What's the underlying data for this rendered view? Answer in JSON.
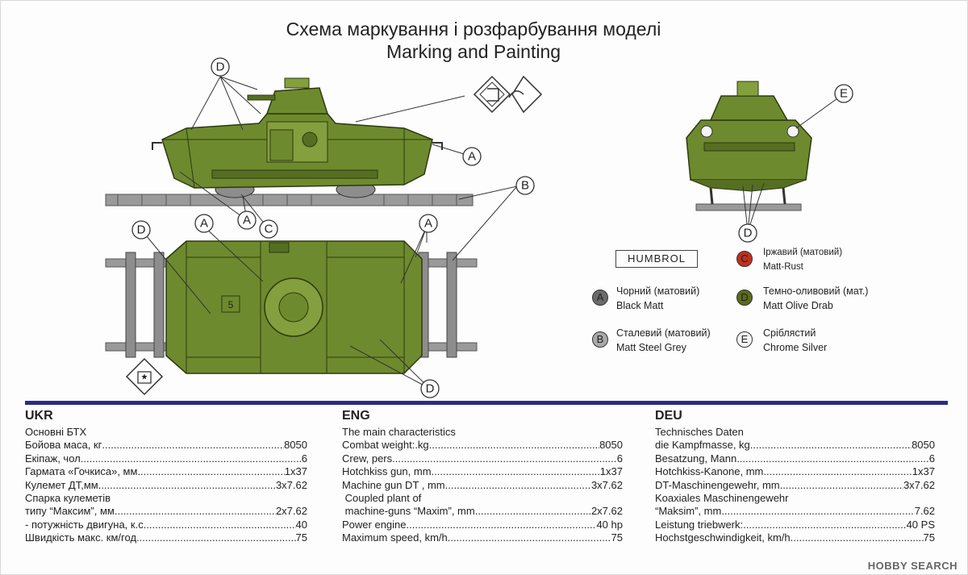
{
  "header": {
    "title_ua": "Схема маркування і розфарбування моделі",
    "title_en": "Marking and Painting"
  },
  "callouts": [
    "A",
    "B",
    "C",
    "D",
    "E"
  ],
  "turret_number": "5",
  "paint_brand": "HUMBROL",
  "paints": [
    {
      "code": "A",
      "name_ua": "Чорний (матовий)",
      "name_en": "Black Matt",
      "color": "#6b6b6b"
    },
    {
      "code": "B",
      "name_ua": "Сталевий (матовий)",
      "name_en": "Matt Steel Grey",
      "color": "#a9a9a9"
    },
    {
      "code": "C",
      "name_ua": "Іржавий (матовий)",
      "name_en": "Matt-Rust",
      "color": "#c0301e"
    },
    {
      "code": "D",
      "name_ua": "Темно-оливовий (мат.)",
      "name_en": "Matt Olive Drab",
      "color": "#5a6a1d"
    },
    {
      "code": "E",
      "name_ua": "Сріблястий",
      "name_en": "Chrome Silver",
      "color": "#f4f4f4"
    }
  ],
  "colors": {
    "olive": "#6e8a2e",
    "olive_dark": "#566e22",
    "olive_light": "#849f3e",
    "rail": "#9a9a9a",
    "rule": "#2b2b8a"
  },
  "specs": [
    {
      "lang": "UKR",
      "heading": "Основні БТХ",
      "rows": [
        {
          "label": "Бойова маса, кг",
          "value": "8050"
        },
        {
          "label": "Екіпаж, чол",
          "value": "6"
        },
        {
          "label": "Гармата «Гочкиса», мм",
          "value": "1x37"
        },
        {
          "label": "Кулемет ДТ,мм",
          "value": "3x7.62"
        },
        {
          "label": "Спарка кулеметів",
          "value": ""
        },
        {
          "label": "типу “Максим”, мм",
          "value": "2x7.62"
        },
        {
          "label": "- потужність двигуна, к.с",
          "value": "40"
        },
        {
          "label": "Швидкість макс. км/год",
          "value": "75"
        }
      ]
    },
    {
      "lang": "ENG",
      "heading": "The main characteristics",
      "rows": [
        {
          "label": "Combat weight:.kg",
          "value": "8050"
        },
        {
          "label": "Crew, pers",
          "value": "6"
        },
        {
          "label": "Hotchkiss gun, mm",
          "value": "1x37"
        },
        {
          "label": "Machine gun DT , mm",
          "value": "3x7.62"
        },
        {
          "label": " Coupled plant of",
          "value": ""
        },
        {
          "label": " machine-guns “Maxim”, mm",
          "value": "2x7.62"
        },
        {
          "label": "Power engine",
          "value": "40 hp"
        },
        {
          "label": "Maximum speed, km/h",
          "value": "75"
        }
      ]
    },
    {
      "lang": "DEU",
      "heading": "Technisches Daten",
      "rows": [
        {
          "label": "die Kampfmasse, kg",
          "value": "8050"
        },
        {
          "label": "Besatzung, Mann",
          "value": "6"
        },
        {
          "label": "Hotchkiss-Kanone, mm",
          "value": "1x37"
        },
        {
          "label": "DT-Maschinengewehr, mm",
          "value": "3x7.62"
        },
        {
          "label": "Koaxiales Maschinengewehr",
          "value": ""
        },
        {
          "label": "“Maksim”, mm",
          "value": "7.62"
        },
        {
          "label": "Leistung triebwerk:",
          "value": "40 PS"
        },
        {
          "label": "Hochstgeschwindigkeit, km/h",
          "value": "75"
        }
      ]
    }
  ],
  "watermark": "HOBBY SEARCH"
}
